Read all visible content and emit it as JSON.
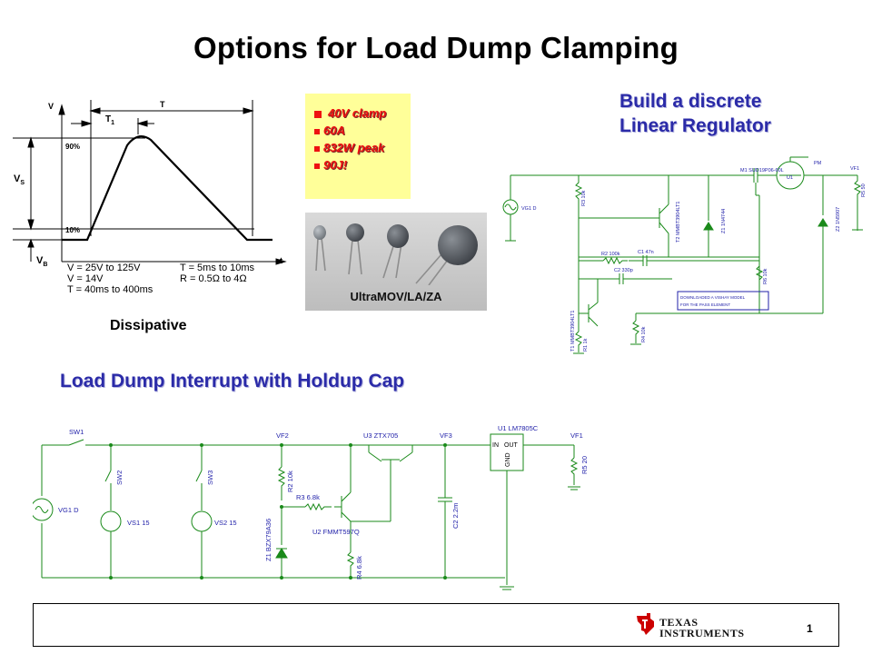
{
  "slide": {
    "title": "Options for Load Dump Clamping",
    "page_number": "1"
  },
  "waveform": {
    "axis_y": "V",
    "axis_x": "t",
    "label_T": "T",
    "label_T1": "T",
    "label_T1_sub": "1",
    "label_90": "90%",
    "label_10": "10%",
    "label_VS": "V",
    "label_VS_sub": "S",
    "label_VB": "V",
    "label_VB_sub": "B",
    "spec_left": [
      "V = 25V to 125V",
      "V = 14V",
      "T = 40ms to 400ms"
    ],
    "spec_right": [
      "T = 5ms to 10ms",
      "R = 0.5Ω to 4Ω"
    ],
    "caption": "Dissipative"
  },
  "mov": {
    "bullets": [
      "40V clamp",
      "60A",
      "832W peak",
      "90J!"
    ],
    "photo_caption": "UltraMOV/LA/ZA"
  },
  "regulator": {
    "heading_line1": "Build a discrete",
    "heading_line2": "Linear Regulator",
    "labels": {
      "vg": "VG1 D",
      "r3": "R3 10k",
      "t2": "T2 MMBT3904LT1",
      "z1": "Z1 1N4744",
      "m1": "M1 SUD19P06-60L",
      "u1": "U1",
      "pm": "PM",
      "vf1": "VF1",
      "r5": "R5 50",
      "z2": "Z2 1N5907",
      "r2": "R2 100k",
      "c1": "C1 47n",
      "c2": "C2 330p",
      "r6": "R6 10k",
      "box1": "DOWNLOADED A VISHAY MODEL",
      "box2": "FOR THE PASS ELEMENT",
      "t1": "T1 MMBT3904LT1",
      "r1": "R1 1k",
      "r4": "R4 10k"
    }
  },
  "interrupt": {
    "heading": "Load Dump Interrupt with Holdup Cap",
    "labels": {
      "sw1": "SW1",
      "sw2": "SW2",
      "sw3": "SW3",
      "vg1": "VG1 D",
      "vs1": "VS1 15",
      "vs2": "VS2 15",
      "vf2": "VF2",
      "r2": "R2 10k",
      "r3": "R3 6.8k",
      "z1": "Z1 BZX79A36",
      "u3": "U3 ZTX705",
      "u2": "U2 FMMT597Q",
      "r4": "R4 6.8k",
      "vf3": "VF3",
      "c2": "C2 2.2m",
      "u1": "U1 LM7805C",
      "in": "IN",
      "out": "OUT",
      "gnd": "GND",
      "vf1": "VF1",
      "r5": "R5 20"
    }
  },
  "footer": {
    "brand_line1": "TEXAS",
    "brand_line2": "INSTRUMENTS"
  },
  "colors": {
    "wire": "#1a8a1a",
    "component": "#1a8a1a",
    "label": "#2222aa",
    "heading": "#2b2ba8",
    "bullet": "#ee1111",
    "note_bg": "#ffff99",
    "ti_red": "#cc0000"
  }
}
